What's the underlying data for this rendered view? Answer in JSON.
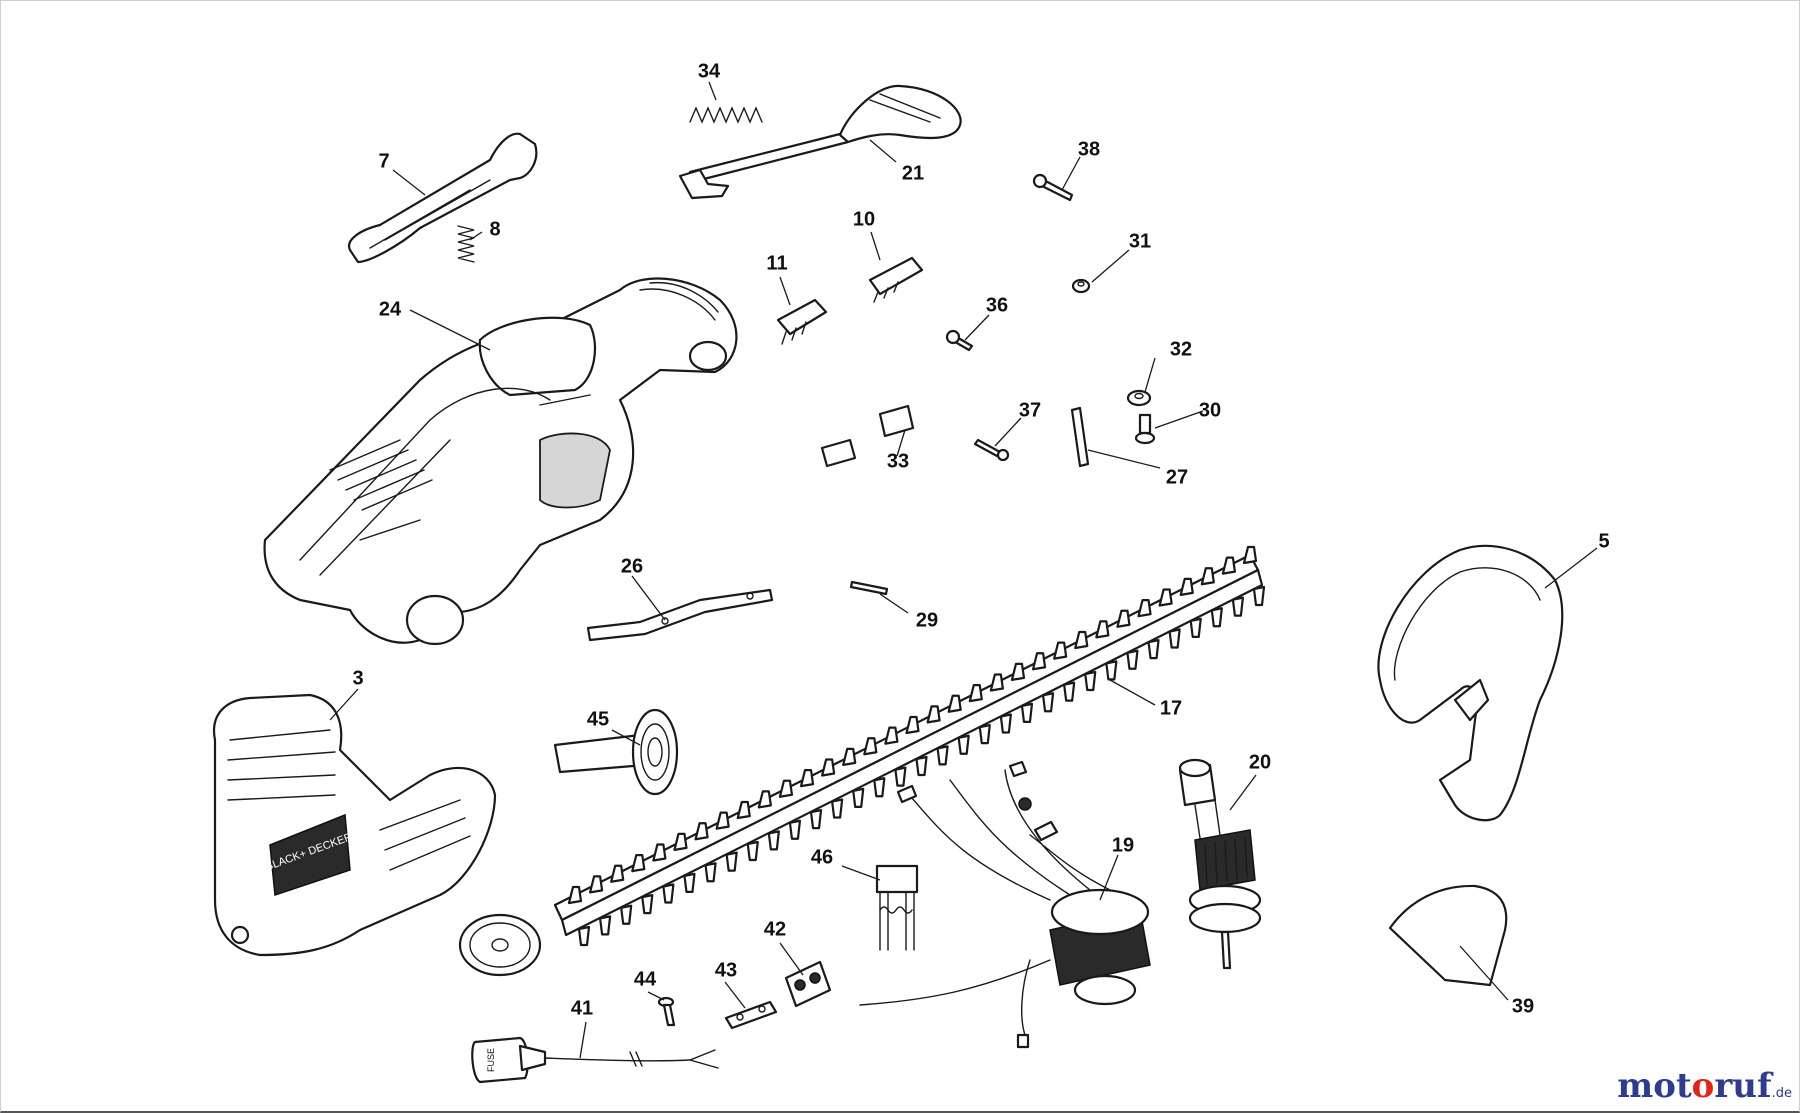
{
  "watermark": {
    "prefix": "mot",
    "accent": "o",
    "suffix": "ruf",
    "tld": ".de",
    "brand_color": "#2e3b8f",
    "accent_color": "#e0231b"
  },
  "fuse_label": "FUSE",
  "brand_plate": "BLACK+ DECKER",
  "callouts": [
    "34",
    "21",
    "7",
    "8",
    "38",
    "31",
    "10",
    "11",
    "24",
    "36",
    "32",
    "37",
    "30",
    "33",
    "27",
    "5",
    "26",
    "29",
    "3",
    "45",
    "17",
    "20",
    "46",
    "19",
    "42",
    "44",
    "43",
    "41",
    "39"
  ]
}
